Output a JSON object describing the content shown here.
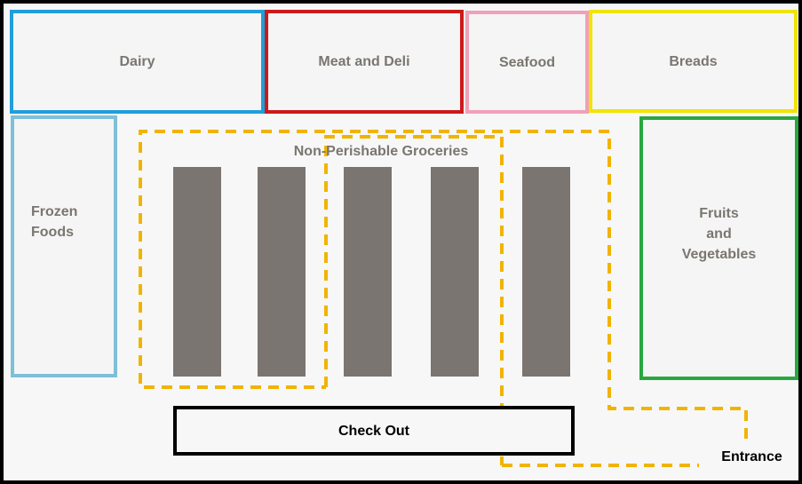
{
  "colors": {
    "dairy": "#1e9fdc",
    "meat_deli": "#cc1a1a",
    "seafood": "#f0a0b8",
    "breads": "#f0e400",
    "frozen": "#7ec0d8",
    "fruits_veg": "#2aa640",
    "aisle_shelves": "#7b7571",
    "walking_path": "#f0b400",
    "label_text": "#7a7670"
  },
  "departments": {
    "dairy": "Dairy",
    "meat_deli": "Meat and Deli",
    "seafood": "Seafood",
    "breads": "Breads",
    "frozen_foods": "Frozen\nFoods",
    "fruits_vegetables": "Fruits\nand\nVegetables"
  },
  "groceries": {
    "label": "Non-Perishable Groceries",
    "aisle_count": 5
  },
  "checkout": "Check Out",
  "entrance": "Entrance"
}
